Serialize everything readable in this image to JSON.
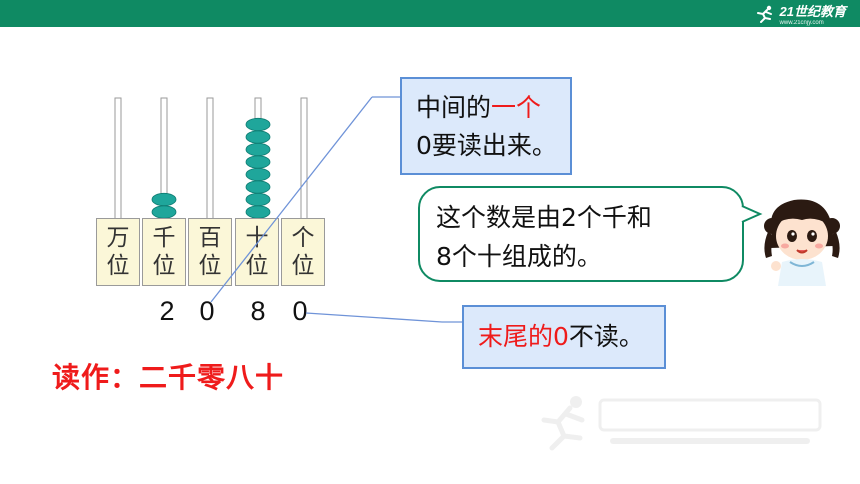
{
  "brand": {
    "name": "21世纪教育",
    "url_text": "www.21cnjy.com"
  },
  "abacus": {
    "places": [
      {
        "top": "万",
        "bottom": "位",
        "beads": 0
      },
      {
        "top": "千",
        "bottom": "位",
        "beads": 2
      },
      {
        "top": "百",
        "bottom": "位",
        "beads": 0
      },
      {
        "top": "十",
        "bottom": "位",
        "beads": 8
      },
      {
        "top": "个",
        "bottom": "位",
        "beads": 0
      }
    ],
    "bead_color": "#1fa69b"
  },
  "number_digits": [
    "2",
    "0",
    "8",
    "0"
  ],
  "reading": "读作：二千零八十",
  "note_middle": {
    "line1_prefix": "中间的",
    "line1_highlight": "一个",
    "line2": "0要读出来。"
  },
  "note_end": {
    "highlight": "末尾的0",
    "suffix": "不读。"
  },
  "speech": {
    "line1": "这个数是由2个千和",
    "line2": "8个十组成的。"
  },
  "colors": {
    "header": "#0f8a63",
    "highlight": "#ef1b1b",
    "note_bg": "#dce9fb",
    "note_border": "#5b8fd6"
  }
}
